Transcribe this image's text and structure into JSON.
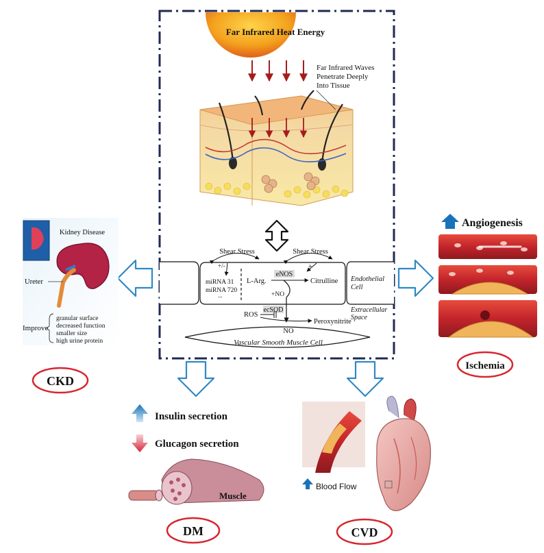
{
  "center": {
    "title": "Far Infrared Heat Energy",
    "waves_line1": "Far Infrared Waves",
    "waves_line2": "Penetrate Deeply",
    "waves_line3": "Into Tissue",
    "shear_left": "Shear Stress",
    "shear_right": "Shear Stress",
    "plus_minus": "+/-",
    "plus_right": "+",
    "mirna1": "miRNA 31",
    "mirna2": "miRNA 720",
    "mirna_more": "...",
    "larg": "L-Arg.",
    "enos": "eNOS",
    "citrulline": "Citrulline",
    "endo_line1": "Endothelial",
    "endo_line2": "Cell",
    "no_plus": "+NO",
    "ecsod": "ecSOD",
    "ros": "ROS",
    "peroxynitrite": "Peroxynitrite",
    "extra_line1": "Extracellular",
    "extra_line2": "Space",
    "no": "NO",
    "vsmc": "Vascular Smooth Muscle Cell"
  },
  "ckd": {
    "heading": "Kidney Disease",
    "ureter": "Ureter",
    "improve": "Improve",
    "items": [
      "granular surface",
      "decreased function",
      "smaller size",
      "high urine protein"
    ],
    "label": "CKD"
  },
  "ischemia": {
    "top": "Angiogenesis",
    "label": "Ischemia"
  },
  "dm": {
    "insulin": "Insulin secretion",
    "glucagon": "Glucagon secretion",
    "muscle": "Muscle",
    "label": "DM"
  },
  "cvd": {
    "blood_flow": "Blood Flow",
    "label": "CVD"
  },
  "colors": {
    "frame": "#1f2a55",
    "arrow_outline": "#2f88c5",
    "oval_red": "#d62630",
    "up_blue": "#1a73b8",
    "down_red": "#d6263a",
    "sun": "#f08a1a",
    "skin": "#f3c67a",
    "artery": "#c3242b",
    "kidney": "#b32346"
  }
}
